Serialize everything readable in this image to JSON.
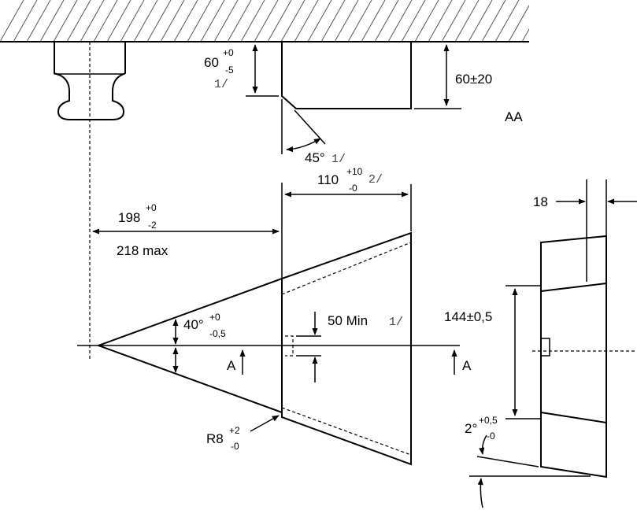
{
  "side_view": {
    "height_value": "60",
    "height_tol_upper": "+0",
    "height_tol_lower": "-5",
    "height_note": "1/",
    "right_height": "60±20",
    "section_label": "AA",
    "chamfer_angle": "45°",
    "chamfer_note": "1/"
  },
  "plan_view": {
    "length_value": "110",
    "length_tol_upper": "+10",
    "length_tol_lower": "-0",
    "length_note": "2/",
    "offset_value": "198",
    "offset_tol_upper": "+0",
    "offset_tol_lower": "-2",
    "offset_max": "218 max",
    "angle_value": "40°",
    "angle_tol_upper": "+0",
    "angle_tol_lower": "-0,5",
    "min_dim": "50 Min",
    "min_note": "1/",
    "section_mark": "A",
    "radius_value": "R8",
    "radius_tol_upper": "+2",
    "radius_tol_lower": "-0"
  },
  "section_view": {
    "top_width": "18",
    "height": "144±0,5",
    "angle_value": "2°",
    "angle_tol_upper": "+0,5",
    "angle_tol_lower": "-0"
  }
}
